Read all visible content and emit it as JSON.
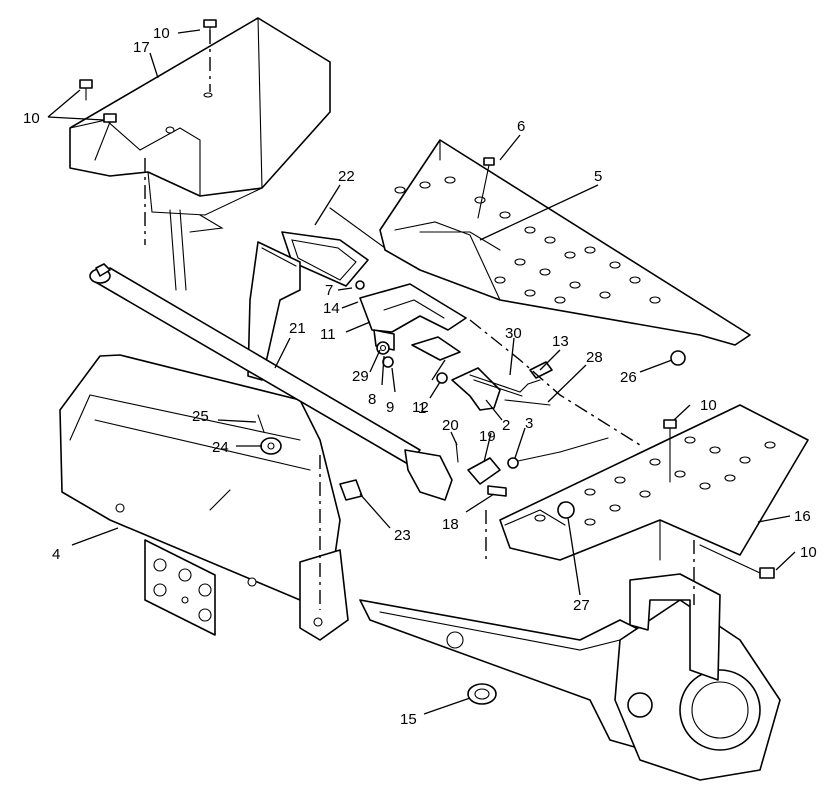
{
  "callouts": [
    {
      "id": "c10a",
      "text": "10"
    },
    {
      "id": "c17",
      "text": "17"
    },
    {
      "id": "c10b",
      "text": "10"
    },
    {
      "id": "c22",
      "text": "22"
    },
    {
      "id": "c6",
      "text": "6"
    },
    {
      "id": "c5",
      "text": "5"
    },
    {
      "id": "c7",
      "text": "7"
    },
    {
      "id": "c14",
      "text": "14"
    },
    {
      "id": "c11",
      "text": "11"
    },
    {
      "id": "c21",
      "text": "21"
    },
    {
      "id": "c29",
      "text": "29"
    },
    {
      "id": "c30",
      "text": "30"
    },
    {
      "id": "c13",
      "text": "13"
    },
    {
      "id": "c28",
      "text": "28"
    },
    {
      "id": "c26",
      "text": "26"
    },
    {
      "id": "c8",
      "text": "8"
    },
    {
      "id": "c9",
      "text": "9"
    },
    {
      "id": "c12",
      "text": "12"
    },
    {
      "id": "c1",
      "text": "1"
    },
    {
      "id": "c2",
      "text": "2"
    },
    {
      "id": "c10c",
      "text": "10"
    },
    {
      "id": "c25",
      "text": "25"
    },
    {
      "id": "c20",
      "text": "20"
    },
    {
      "id": "c19",
      "text": "19"
    },
    {
      "id": "c3",
      "text": "3"
    },
    {
      "id": "c24",
      "text": "24"
    },
    {
      "id": "c18",
      "text": "18"
    },
    {
      "id": "c23",
      "text": "23"
    },
    {
      "id": "c16",
      "text": "16"
    },
    {
      "id": "c4",
      "text": "4"
    },
    {
      "id": "c27",
      "text": "27"
    },
    {
      "id": "c10d",
      "text": "10"
    },
    {
      "id": "c15",
      "text": "15"
    }
  ]
}
